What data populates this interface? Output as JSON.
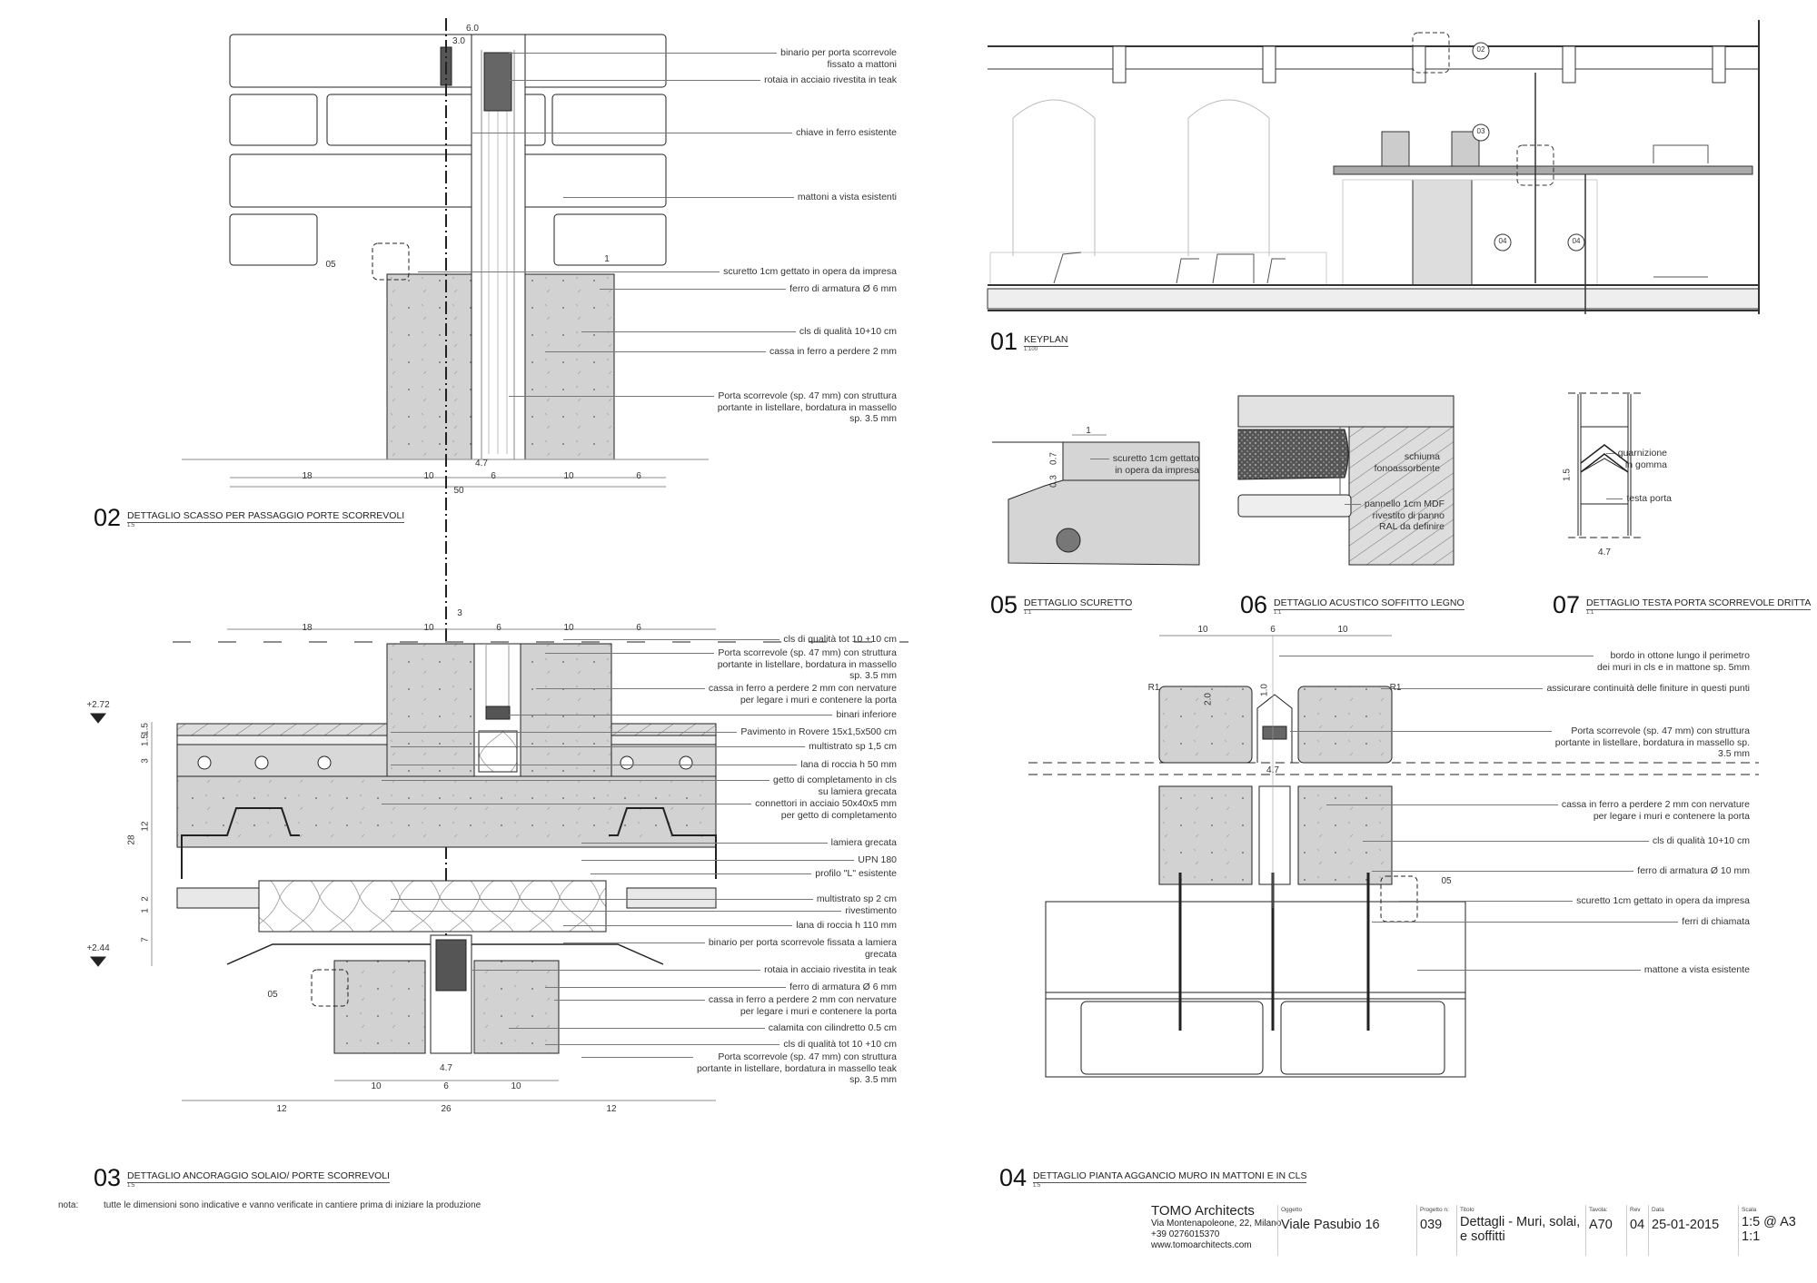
{
  "sheet": {
    "note_label": "nota:",
    "note_text": "tutte le dimensioni sono indicative e vanno verificate in cantiere prima di iniziare la produzione"
  },
  "details": {
    "d01": {
      "num": "01",
      "name": "KEYPLAN",
      "scale": "1:100",
      "tags": [
        "02",
        "03",
        "04",
        "04"
      ]
    },
    "d02": {
      "num": "02",
      "name": "DETTAGLIO SCASSO PER PASSAGGIO PORTE SCORREVOLI",
      "scale": "1:5",
      "labels": [
        "binario per porta scorrevole\nfissato a mattoni",
        "rotaia in acciaio rivestita in teak",
        "chiave in ferro esistente",
        "mattoni a vista esistenti",
        "scuretto 1cm gettato in opera da impresa",
        "ferro di armatura  Ø 6 mm",
        "cls di qualità 10+10 cm",
        "cassa in ferro a perdere 2 mm",
        "Porta scorrevole (sp. 47 mm) con struttura\nportante in listellare, bordatura in massello\nsp. 3.5 mm"
      ],
      "dims": [
        "6.0",
        "3.0",
        "18",
        "10",
        "4.7",
        "6",
        "10",
        "6",
        "50",
        "1"
      ],
      "callout": "05"
    },
    "d03": {
      "num": "03",
      "name": "DETTAGLIO ANCORAGGIO SOLAIO/ PORTE SCORREVOLI",
      "scale": "1:5",
      "labels": [
        "cls di qualità tot 10 +10 cm",
        "Porta scorrevole (sp. 47 mm) con struttura\nportante in listellare, bordatura in massello\nsp. 3.5 mm",
        "cassa in ferro a perdere 2 mm con nervature\nper legare i muri e contenere la porta",
        "binari inferiore",
        "Pavimento in Rovere  15x1,5x500 cm",
        "multistrato sp 1,5 cm",
        "lana di roccia h 50 mm",
        "getto di completamento in cls\nsu lamiera grecata",
        "connettori in acciaio 50x40x5 mm\nper getto di completamento",
        "lamiera grecata",
        "UPN 180",
        "profilo \"L\" esistente",
        "multistrato sp 2 cm",
        "rivestimento",
        "lana di roccia h 110 mm",
        "binario per porta scorrevole fissata a lamiera\ngrecata",
        "rotaia in acciaio rivestita in teak",
        "ferro di armatura Ø 6 mm",
        "cassa in ferro a perdere 2 mm con nervature\nper legare i muri e contenere la porta",
        "calamita con cilindretto  0.5 cm",
        "cls di qualità tot 10 +10 cm",
        "Porta scorrevole (sp. 47 mm) con struttura\nportante in listellare, bordatura in massello teak\nsp. 3.5 mm"
      ],
      "dims_top": [
        "18",
        "10",
        "3",
        "6",
        "10",
        "6"
      ],
      "dims_side": [
        "1.5",
        "1.5",
        "3",
        "12",
        "28",
        "2",
        "1",
        "7"
      ],
      "levels": [
        "+2.72",
        "+2.44"
      ],
      "dims_bottom": [
        "4.7",
        "10",
        "6",
        "10",
        "12",
        "26",
        "12"
      ],
      "callout": "05"
    },
    "d04": {
      "num": "04",
      "name": "DETTAGLIO PIANTA AGGANCIO MURO IN MATTONI E IN CLS",
      "scale": "1:5",
      "labels": [
        "bordo in ottone lungo il perimetro\ndei muri in cls e in mattone sp. 5mm",
        "assicurare continuità delle finiture in questi punti",
        "Porta scorrevole (sp. 47 mm) con struttura\nportante in listellare, bordatura in massello sp.\n3.5 mm",
        "cassa in ferro a perdere 2 mm con nervature\nper legare i muri e contenere la porta",
        "cls di qualità 10+10 cm",
        "ferro di armatura  Ø 10 mm",
        "scuretto 1cm gettato in opera da impresa",
        "ferri di chiamata",
        "mattone a vista esistente"
      ],
      "dims": [
        "10",
        "6",
        "10",
        "4.7",
        "2.0",
        "1.0",
        "R1",
        "R1"
      ],
      "callout": "05"
    },
    "d05": {
      "num": "05",
      "name": "DETTAGLIO SCURETTO",
      "scale": "1:1",
      "labels": [
        "scuretto 1cm gettato\nin opera da impresa"
      ],
      "dims": [
        "1",
        "0.7",
        "0.3"
      ]
    },
    "d06": {
      "num": "06",
      "name": "DETTAGLIO ACUSTICO SOFFITTO LEGNO",
      "scale": "1:1",
      "labels": [
        "schiuma fonoassorbente",
        "pannello 1cm MDF\nrivestito di panno\nRAL da definire"
      ]
    },
    "d07": {
      "num": "07",
      "name": "DETTAGLIO TESTA PORTA SCORREVOLE DRITTA",
      "scale": "1:1",
      "labels": [
        "guarnizione\nin gomma",
        "testa porta"
      ],
      "dims": [
        "1.5",
        "4.7"
      ]
    }
  },
  "title_block": {
    "firm": "TOMO Architects",
    "address": "Via Montenapoleone, 22, Milano",
    "phone": "+39 0276015370",
    "web": "www.tomoarchitects.com",
    "oggetto_label": "Oggetto",
    "oggetto": "Viale Pasubio 16",
    "progetto_label": "Progetto n:",
    "progetto": "039",
    "titolo_label": "Titolo",
    "titolo": "Dettagli - Muri, solai,\ne soffitti",
    "tavola_label": "Tavola:",
    "tavola": "A70",
    "rev_label": "Rev",
    "rev": "04",
    "data_label": "Data",
    "data": "25-01-2015",
    "scala_label": "Scala",
    "scala": "1:5 @ A3\n1:1"
  },
  "colors": {
    "concrete": "#d2d2d2",
    "line": "#222222",
    "leader": "#777777",
    "slab": "#e2e2e2"
  }
}
